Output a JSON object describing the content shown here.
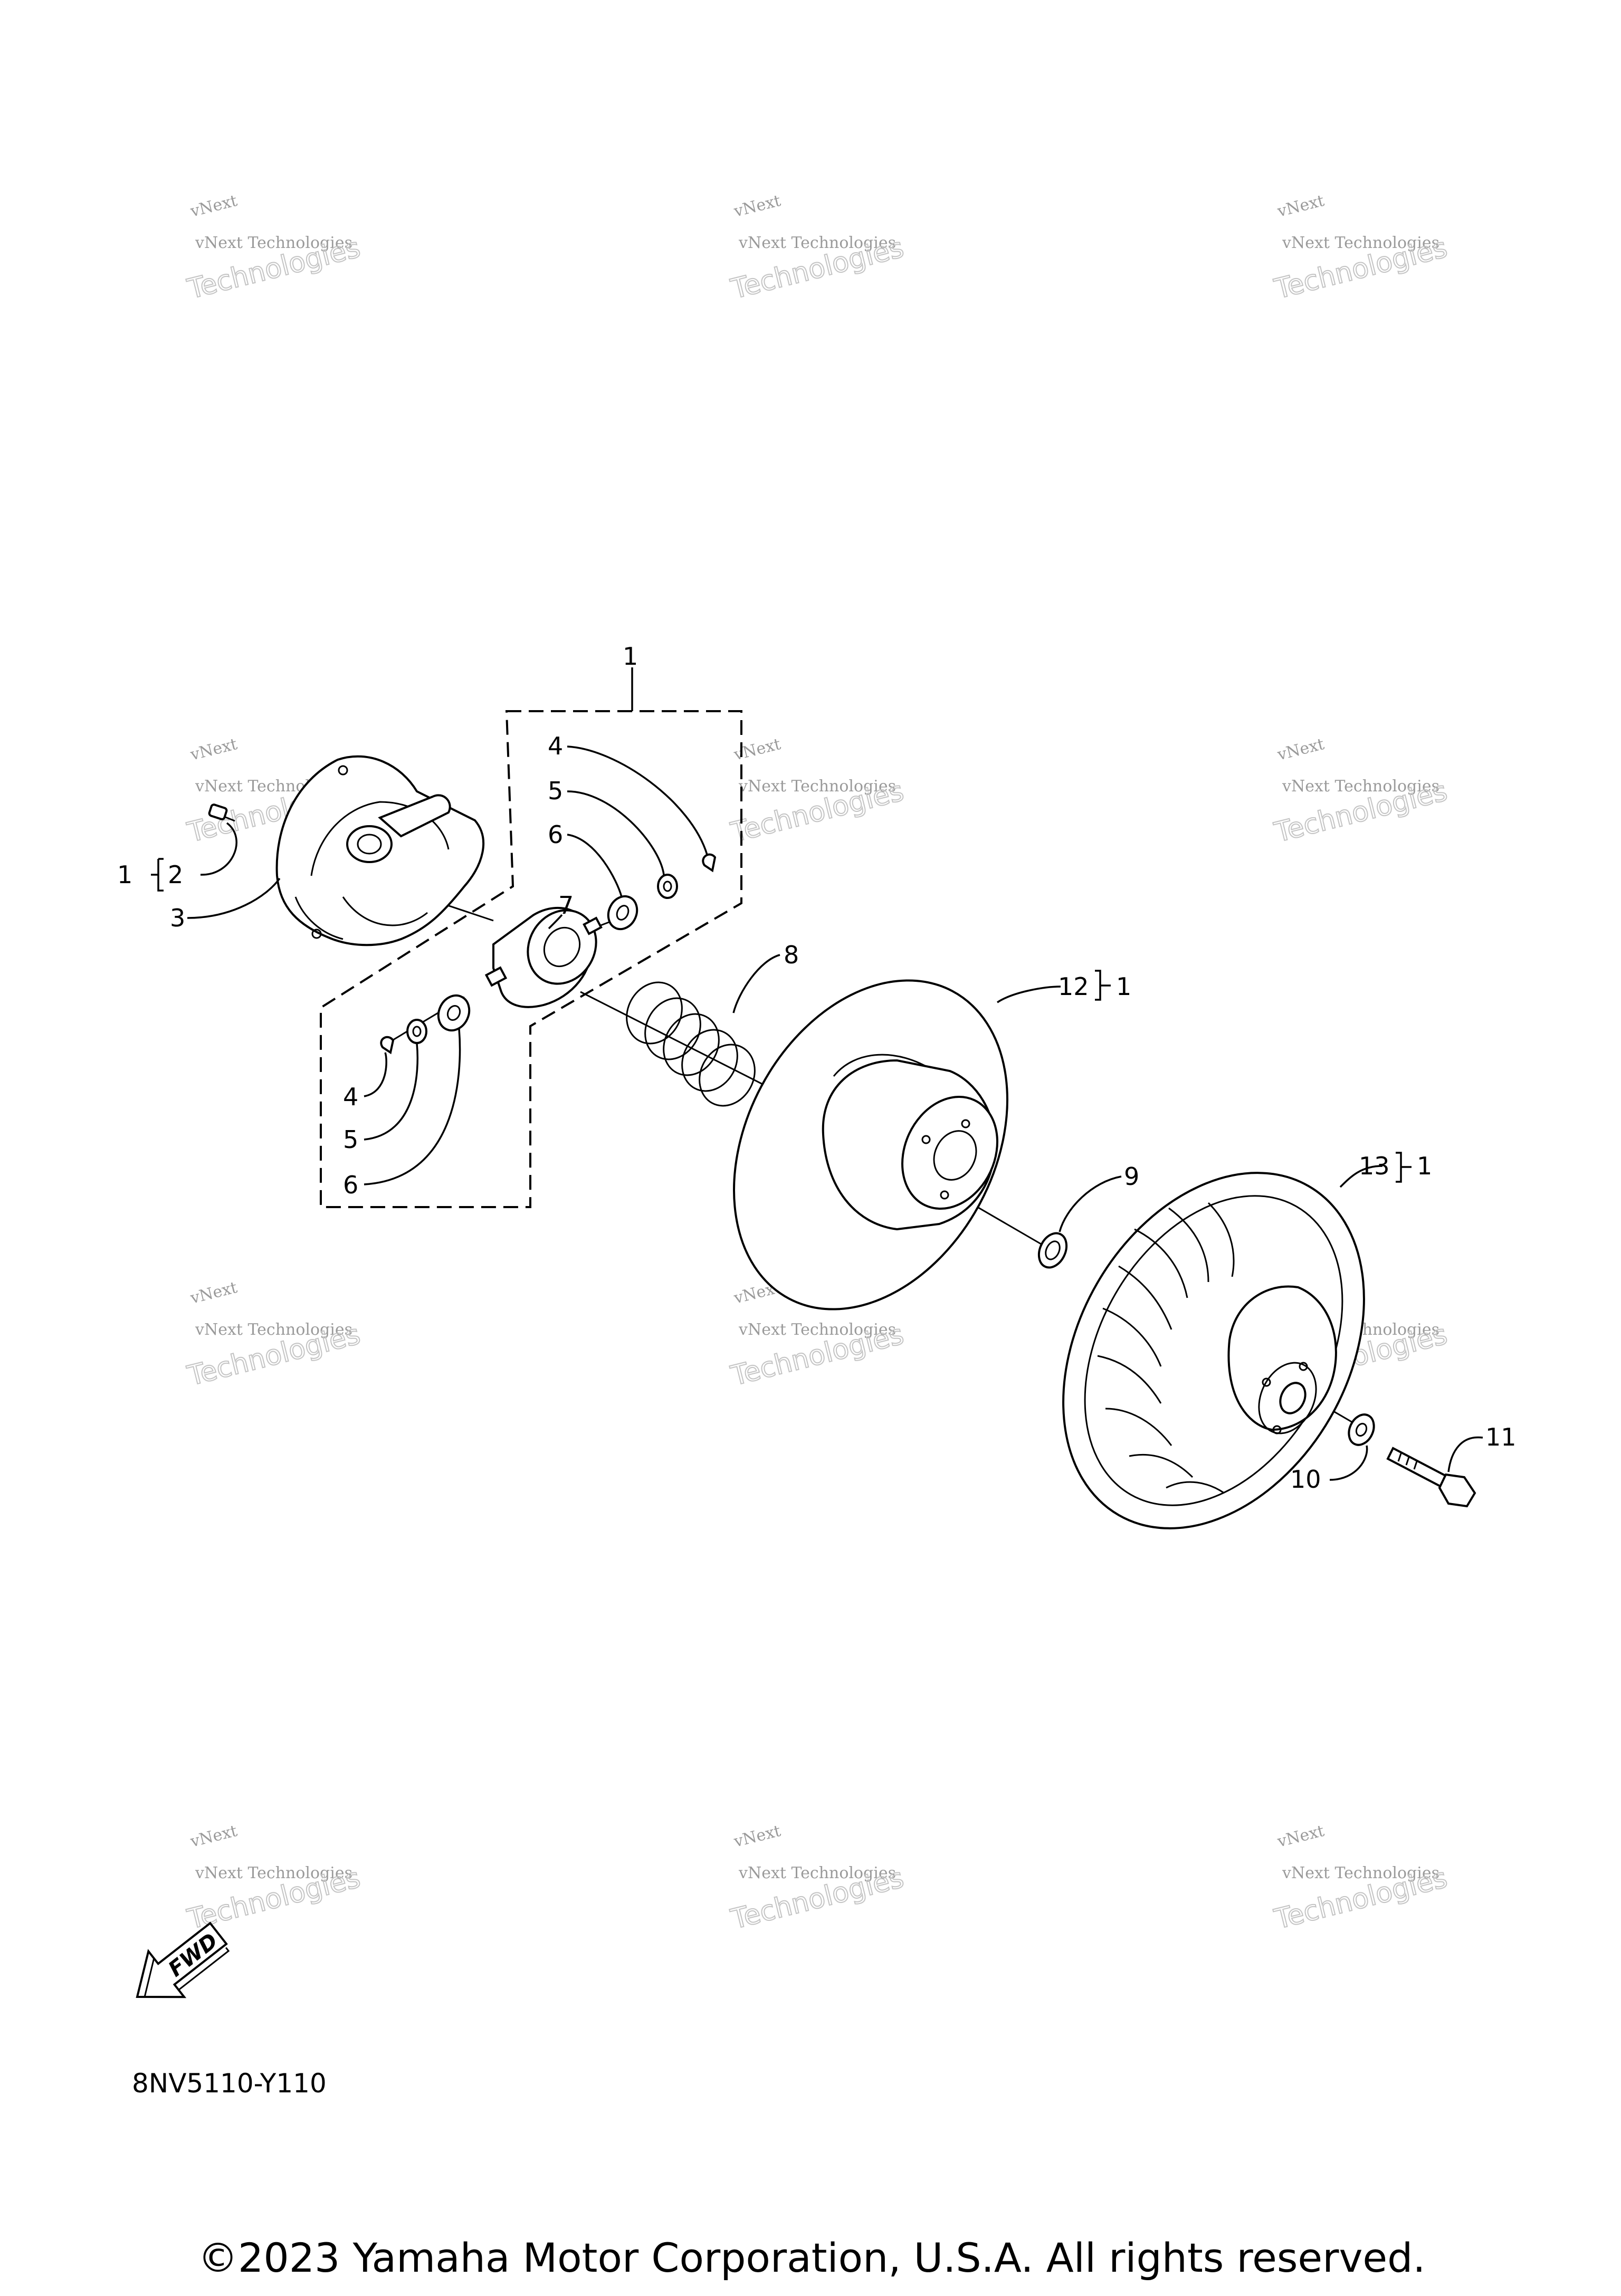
{
  "diagram_code": "8NV5110-Y110",
  "copyright": "©2023 Yamaha Motor Corporation, U.S.A. All rights reserved.",
  "fwd_label": "FWD",
  "watermark": {
    "line1": "vNext",
    "line2": "vNext Technologies",
    "line3": "Technologies"
  },
  "callouts": {
    "c1_top": "1",
    "c1_left": "1",
    "c2": "2",
    "c3": "3",
    "c4_upper": "4",
    "c5_upper": "5",
    "c6_upper": "6",
    "c7": "7",
    "c4_lower": "4",
    "c5_lower": "5",
    "c6_lower": "6",
    "c8": "8",
    "c12": "12",
    "c12_ref": "1",
    "c9": "9",
    "c13": "13",
    "c13_ref": "1",
    "c10": "10",
    "c11": "11"
  }
}
